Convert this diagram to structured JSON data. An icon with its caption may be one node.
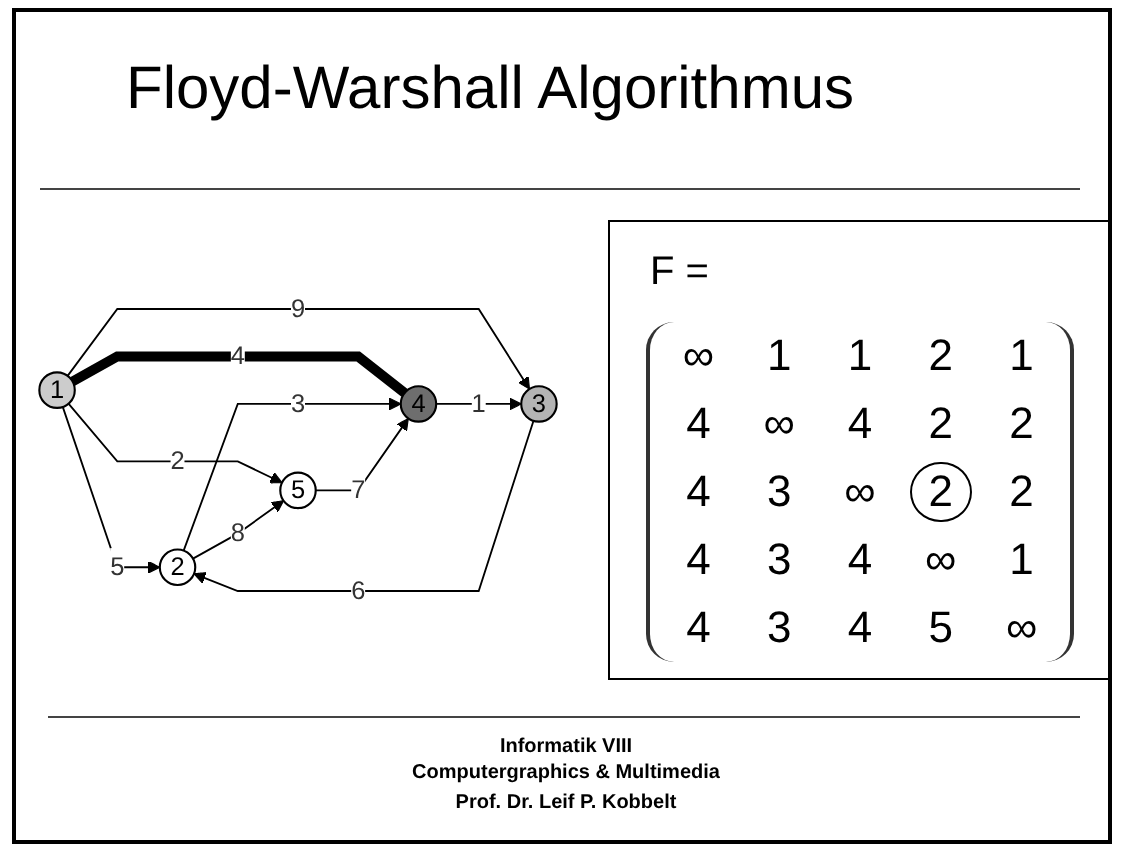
{
  "diagram": {
    "title": "Floyd-Warshall Algorithmus",
    "nodes": [
      {
        "text": [
          "1"
        ]
      },
      {
        "text": [
          "2"
        ]
      },
      {
        "text": [
          "3"
        ]
      },
      {
        "text": [
          "4"
        ]
      },
      {
        "text": [
          "5"
        ]
      }
    ],
    "edges": [
      {
        "from": 0,
        "to": 1,
        "arrow": "to",
        "label": "5"
      },
      {
        "from": 0,
        "to": 2,
        "arrow": "to",
        "label": "9"
      },
      {
        "from": 0,
        "to": 3,
        "arrow": "none",
        "label": "4",
        "style": "thick"
      },
      {
        "from": 0,
        "to": 4,
        "arrow": "to",
        "label": "2"
      },
      {
        "from": 1,
        "to": 4,
        "arrow": "to",
        "label": "8"
      },
      {
        "from": 1,
        "to": 3,
        "arrow": "to",
        "label": "3"
      },
      {
        "from": 2,
        "to": 1,
        "arrow": "to",
        "label": "6"
      },
      {
        "from": 3,
        "to": 2,
        "arrow": "to",
        "label": "1"
      },
      {
        "from": 4,
        "to": 3,
        "arrow": "to",
        "label": "7"
      }
    ],
    "labels": [
      "F =",
      "∞",
      "1",
      "1",
      "2",
      "1",
      "4",
      "∞",
      "4",
      "2",
      "2",
      "4",
      "3",
      "∞",
      "2",
      "2",
      "4",
      "3",
      "4",
      "∞",
      "1",
      "4",
      "3",
      "4",
      "5",
      "∞",
      "Informatik VIII",
      "Computergraphics & Multimedia",
      "Prof. Dr. Leif P. Kobbelt"
    ]
  }
}
